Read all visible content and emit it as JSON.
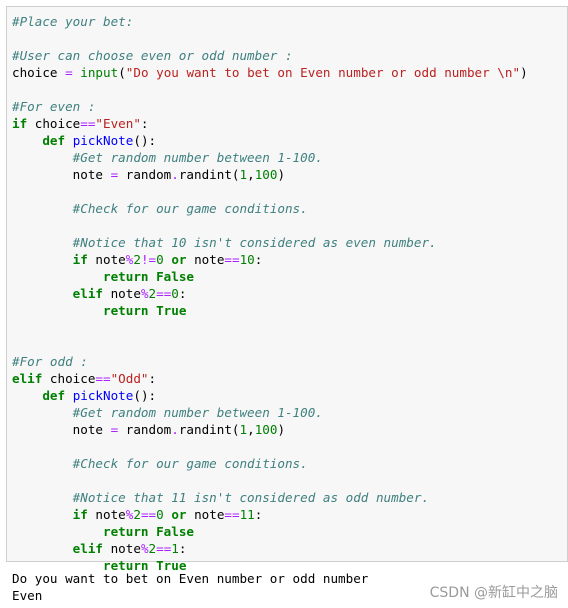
{
  "code_lines": [
    [
      {
        "t": "#Place your bet:",
        "c": "c"
      }
    ],
    [],
    [
      {
        "t": "#User can choose even or odd number :",
        "c": "c"
      }
    ],
    [
      {
        "t": "choice ",
        "c": ""
      },
      {
        "t": "=",
        "c": "o"
      },
      {
        "t": " ",
        "c": ""
      },
      {
        "t": "input",
        "c": "n"
      },
      {
        "t": "(",
        "c": ""
      },
      {
        "t": "\"Do you want to bet on Even number or odd number \\n\"",
        "c": "s"
      },
      {
        "t": ")",
        "c": ""
      }
    ],
    [],
    [
      {
        "t": "#For even :",
        "c": "c"
      }
    ],
    [
      {
        "t": "if",
        "c": "k"
      },
      {
        "t": " choice",
        "c": ""
      },
      {
        "t": "==",
        "c": "o"
      },
      {
        "t": "\"Even\"",
        "c": "s"
      },
      {
        "t": ":",
        "c": ""
      }
    ],
    [
      {
        "t": "    ",
        "c": ""
      },
      {
        "t": "def",
        "c": "k"
      },
      {
        "t": " ",
        "c": ""
      },
      {
        "t": "pickNote",
        "c": "nf"
      },
      {
        "t": "():",
        "c": ""
      }
    ],
    [
      {
        "t": "        ",
        "c": ""
      },
      {
        "t": "#Get random number between 1-100.",
        "c": "c"
      }
    ],
    [
      {
        "t": "        note ",
        "c": ""
      },
      {
        "t": "=",
        "c": "o"
      },
      {
        "t": " random",
        "c": ""
      },
      {
        "t": ".",
        "c": "o"
      },
      {
        "t": "randint(",
        "c": ""
      },
      {
        "t": "1",
        "c": "n"
      },
      {
        "t": ",",
        "c": ""
      },
      {
        "t": "100",
        "c": "n"
      },
      {
        "t": ")",
        "c": ""
      }
    ],
    [],
    [
      {
        "t": "        ",
        "c": ""
      },
      {
        "t": "#Check for our game conditions.",
        "c": "c"
      }
    ],
    [],
    [
      {
        "t": "        ",
        "c": ""
      },
      {
        "t": "#Notice that 10 isn't considered as even number.",
        "c": "c"
      }
    ],
    [
      {
        "t": "        ",
        "c": ""
      },
      {
        "t": "if",
        "c": "k"
      },
      {
        "t": " note",
        "c": ""
      },
      {
        "t": "%",
        "c": "o"
      },
      {
        "t": "2",
        "c": "n"
      },
      {
        "t": "!=",
        "c": "o"
      },
      {
        "t": "0",
        "c": "n"
      },
      {
        "t": " ",
        "c": ""
      },
      {
        "t": "or",
        "c": "k"
      },
      {
        "t": " note",
        "c": ""
      },
      {
        "t": "==",
        "c": "o"
      },
      {
        "t": "10",
        "c": "n"
      },
      {
        "t": ":",
        "c": ""
      }
    ],
    [
      {
        "t": "            ",
        "c": ""
      },
      {
        "t": "return",
        "c": "k"
      },
      {
        "t": " ",
        "c": ""
      },
      {
        "t": "False",
        "c": "k"
      }
    ],
    [
      {
        "t": "        ",
        "c": ""
      },
      {
        "t": "elif",
        "c": "k"
      },
      {
        "t": " note",
        "c": ""
      },
      {
        "t": "%",
        "c": "o"
      },
      {
        "t": "2",
        "c": "n"
      },
      {
        "t": "==",
        "c": "o"
      },
      {
        "t": "0",
        "c": "n"
      },
      {
        "t": ":",
        "c": ""
      }
    ],
    [
      {
        "t": "            ",
        "c": ""
      },
      {
        "t": "return",
        "c": "k"
      },
      {
        "t": " ",
        "c": ""
      },
      {
        "t": "True",
        "c": "k"
      }
    ],
    [],
    [],
    [
      {
        "t": "#For odd :",
        "c": "c"
      }
    ],
    [
      {
        "t": "elif",
        "c": "k"
      },
      {
        "t": " choice",
        "c": ""
      },
      {
        "t": "==",
        "c": "o"
      },
      {
        "t": "\"Odd\"",
        "c": "s"
      },
      {
        "t": ":",
        "c": ""
      }
    ],
    [
      {
        "t": "    ",
        "c": ""
      },
      {
        "t": "def",
        "c": "k"
      },
      {
        "t": " ",
        "c": ""
      },
      {
        "t": "pickNote",
        "c": "nf"
      },
      {
        "t": "():",
        "c": ""
      }
    ],
    [
      {
        "t": "        ",
        "c": ""
      },
      {
        "t": "#Get random number between 1-100.",
        "c": "c"
      }
    ],
    [
      {
        "t": "        note ",
        "c": ""
      },
      {
        "t": "=",
        "c": "o"
      },
      {
        "t": " random",
        "c": ""
      },
      {
        "t": ".",
        "c": "o"
      },
      {
        "t": "randint(",
        "c": ""
      },
      {
        "t": "1",
        "c": "n"
      },
      {
        "t": ",",
        "c": ""
      },
      {
        "t": "100",
        "c": "n"
      },
      {
        "t": ")",
        "c": ""
      }
    ],
    [],
    [
      {
        "t": "        ",
        "c": ""
      },
      {
        "t": "#Check for our game conditions.",
        "c": "c"
      }
    ],
    [],
    [
      {
        "t": "        ",
        "c": ""
      },
      {
        "t": "#Notice that 11 isn't considered as odd number.",
        "c": "c"
      }
    ],
    [
      {
        "t": "        ",
        "c": ""
      },
      {
        "t": "if",
        "c": "k"
      },
      {
        "t": " note",
        "c": ""
      },
      {
        "t": "%",
        "c": "o"
      },
      {
        "t": "2",
        "c": "n"
      },
      {
        "t": "==",
        "c": "o"
      },
      {
        "t": "0",
        "c": "n"
      },
      {
        "t": " ",
        "c": ""
      },
      {
        "t": "or",
        "c": "k"
      },
      {
        "t": " note",
        "c": ""
      },
      {
        "t": "==",
        "c": "o"
      },
      {
        "t": "11",
        "c": "n"
      },
      {
        "t": ":",
        "c": ""
      }
    ],
    [
      {
        "t": "            ",
        "c": ""
      },
      {
        "t": "return",
        "c": "k"
      },
      {
        "t": " ",
        "c": ""
      },
      {
        "t": "False",
        "c": "k"
      }
    ],
    [
      {
        "t": "        ",
        "c": ""
      },
      {
        "t": "elif",
        "c": "k"
      },
      {
        "t": " note",
        "c": ""
      },
      {
        "t": "%",
        "c": "o"
      },
      {
        "t": "2",
        "c": "n"
      },
      {
        "t": "==",
        "c": "o"
      },
      {
        "t": "1",
        "c": "n"
      },
      {
        "t": ":",
        "c": ""
      }
    ],
    [
      {
        "t": "            ",
        "c": ""
      },
      {
        "t": "return",
        "c": "k"
      },
      {
        "t": " ",
        "c": ""
      },
      {
        "t": "True",
        "c": "k"
      }
    ]
  ],
  "output": {
    "line1": "Do you want to bet on Even number or odd number",
    "line2": "Even"
  },
  "watermark": "CSDN @新缸中之脑",
  "colors": {
    "comment": "#408080",
    "keyword": "#008000",
    "string": "#ba2121",
    "number": "#008000",
    "function_name": "#0000ff",
    "operator": "#aa22ff",
    "cell_background": "#f7f7f7",
    "cell_border": "#cfcfcf"
  }
}
